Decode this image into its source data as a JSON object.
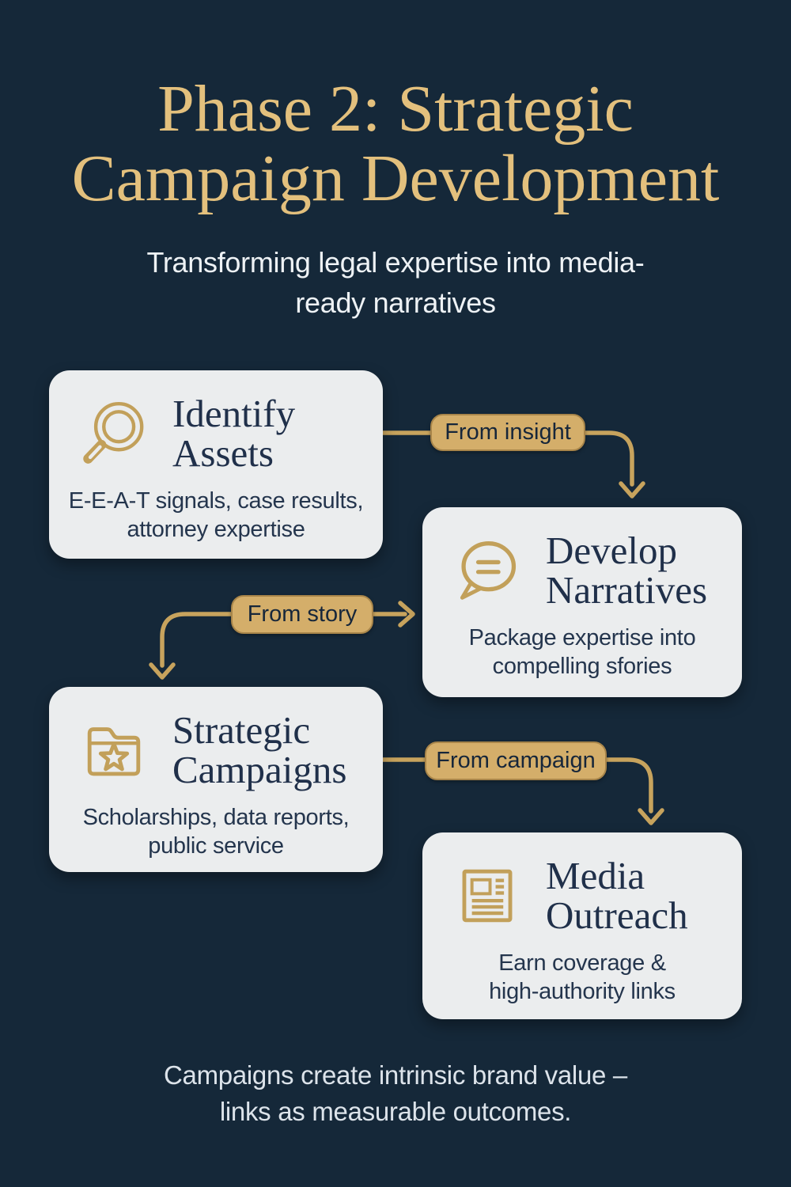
{
  "header": {
    "title": "Phase 2: Strategic\nCampaign Development",
    "subtitle": "Transforming legal expertise into media-\nready narratives"
  },
  "cards": [
    {
      "id": "identify-assets",
      "icon": "magnifier-icon",
      "title": "Identify\nAssets",
      "body": "E-E-A-T signals, case results,\nattorney expertise"
    },
    {
      "id": "develop-narratives",
      "icon": "speech-bubble-icon",
      "title": "Develop\nNarratives",
      "body": "Package expertise into\ncompelling sfories"
    },
    {
      "id": "strategic-campaigns",
      "icon": "folder-star-icon",
      "title": "Strategic\nCampaigns",
      "body": "Scholarships, data reports,\npublic service"
    },
    {
      "id": "media-outreach",
      "icon": "newspaper-icon",
      "title": "Media\nOutreach",
      "body": "Earn coverage &\nhigh-authority links"
    }
  ],
  "connectors": [
    {
      "label": "From insight",
      "from": "identify-assets",
      "to": "develop-narratives"
    },
    {
      "label": "From story",
      "from": "strategic-campaigns",
      "to": "develop-narratives"
    },
    {
      "label": "From campaign",
      "from": "strategic-campaigns",
      "to": "media-outreach"
    }
  ],
  "footer": {
    "text": "Campaigns create intrinsic brand value –\nlinks as measurable outcomes."
  },
  "colors": {
    "background": "#152839",
    "title_gold": "#e3c07d",
    "accent_gold": "#c7a35d",
    "pill_gold": "#d4ae6a",
    "card_background": "#ebedee",
    "text_navy": "#20304a",
    "text_light": "#eef2f5"
  }
}
